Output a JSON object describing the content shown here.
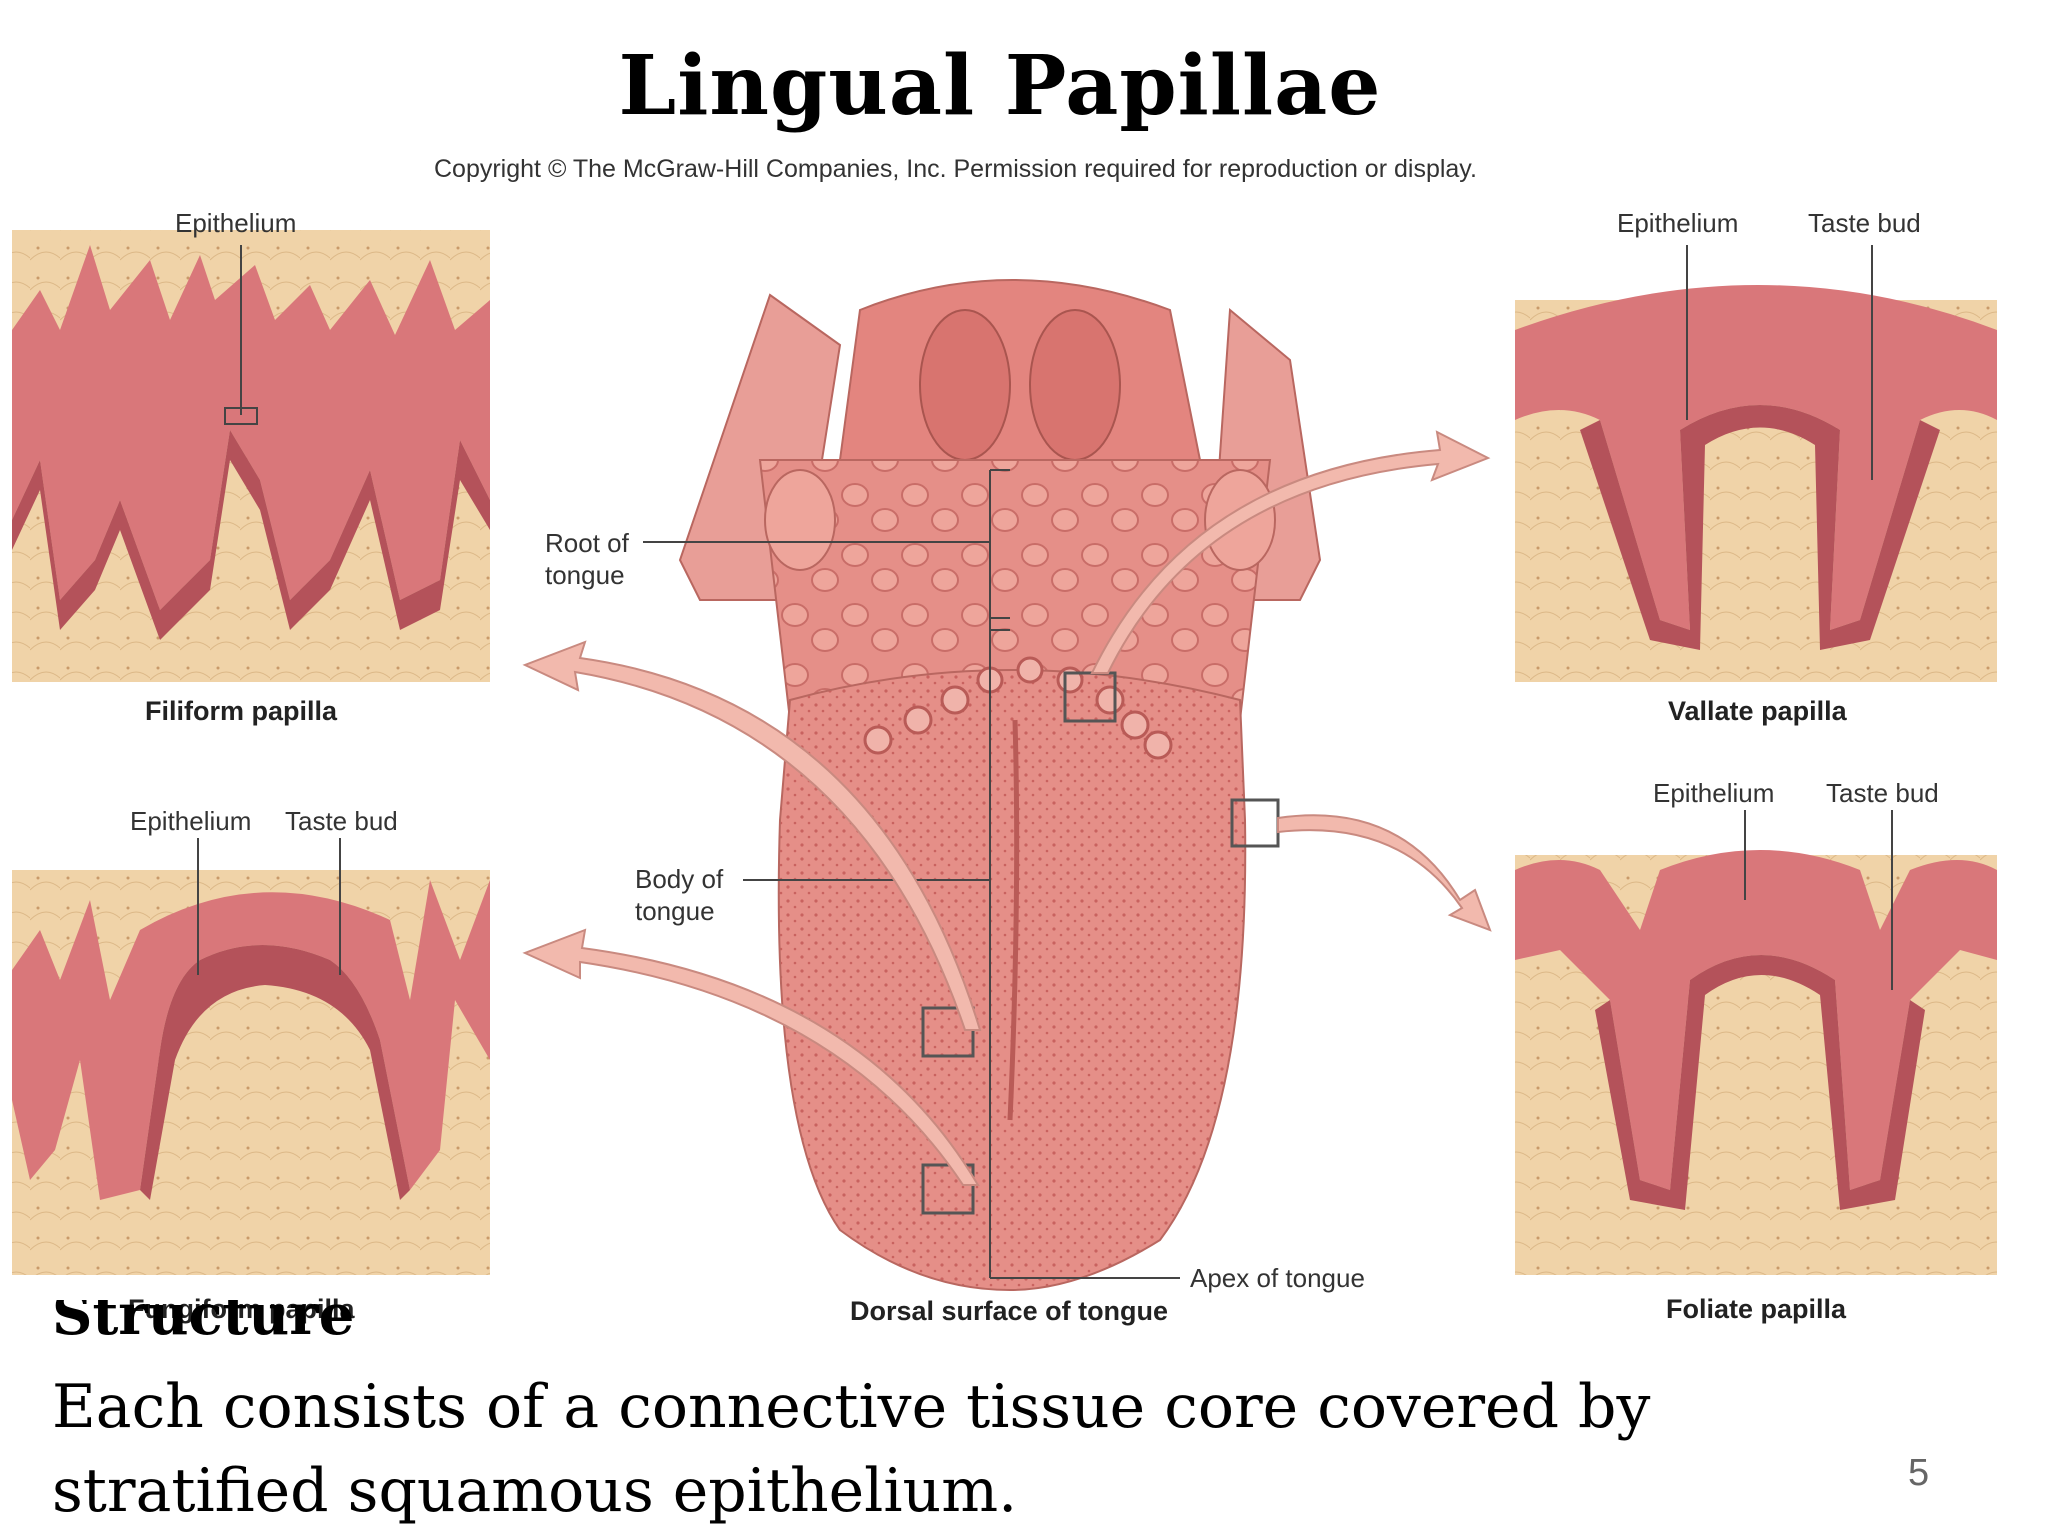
{
  "slide": {
    "title": "Lingual Papillae",
    "copyright": "Copyright © The McGraw-Hill Companies, Inc. Permission required for reproduction or display.",
    "overlapped_heading": "Structure",
    "body_text": "Each consists of a connective tissue core covered by stratified squamous epithelium.",
    "page_number": "5"
  },
  "figure": {
    "labels": {
      "filiform_epithelium": "Epithelium",
      "filiform_caption": "Filiform papilla",
      "fungiform_epithelium": "Epithelium",
      "fungiform_taste_bud": "Taste bud",
      "fungiform_caption": "Fungiform papilla",
      "vallate_epithelium": "Epithelium",
      "vallate_taste_bud": "Taste bud",
      "vallate_caption": "Vallate papilla",
      "foliate_epithelium": "Epithelium",
      "foliate_taste_bud": "Taste bud",
      "foliate_caption": "Foliate papilla",
      "root_line1": "Root of",
      "root_line2": "tongue",
      "body_line1": "Body of",
      "body_line2": "tongue",
      "apex": "Apex of tongue",
      "dorsal_caption": "Dorsal surface of tongue"
    },
    "colors": {
      "tissue_pink": "#d9777a",
      "tissue_dark": "#b4525a",
      "connective_tan": "#f0d3a8",
      "tongue_pink": "#e58f88",
      "arrow_fill": "#f2b9ad"
    }
  }
}
